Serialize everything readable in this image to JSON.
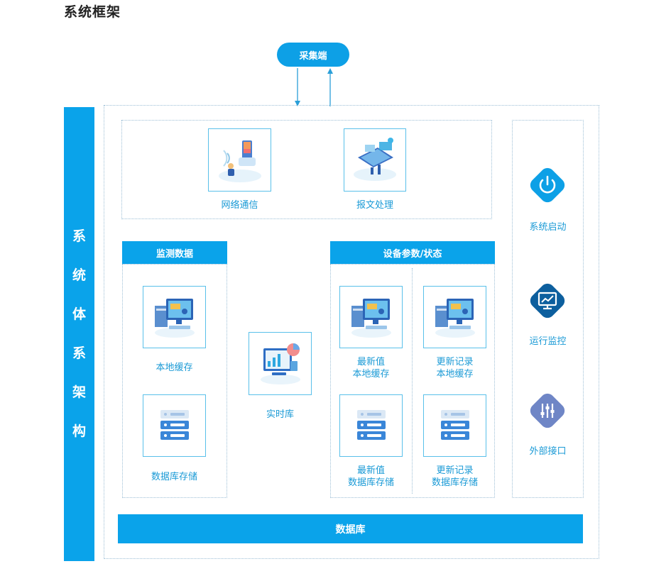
{
  "page_title": "系统框架",
  "collector": "采集端",
  "side_title_chars": [
    "系",
    "统",
    "体",
    "系",
    "架",
    "构"
  ],
  "top_panel": {
    "network_label": "网络通信",
    "message_label": "报文处理"
  },
  "monitor": {
    "header": "监测数据",
    "local_cache": "本地缓存",
    "db_storage": "数据库存储"
  },
  "realtime": {
    "label": "实时库"
  },
  "device": {
    "header": "设备参数/状态",
    "latest_cache_line1": "最新值",
    "latest_cache_line2": "本地缓存",
    "update_cache_line1": "更新记录",
    "update_cache_line2": "本地缓存",
    "latest_db_line1": "最新值",
    "latest_db_line2": "数据库存储",
    "update_db_line1": "更新记录",
    "update_db_line2": "数据库存储"
  },
  "right_panel": {
    "startup": "系统启动",
    "monitoring": "运行监控",
    "external": "外部接口"
  },
  "database_bar": "数据库",
  "colors": {
    "accent": "#0aa3ea",
    "startup_icon": "#0da0e6",
    "monitor_icon": "#0d5f9e",
    "external_icon": "#6f86c6"
  },
  "icons": {
    "startup": "power-icon",
    "monitoring": "monitor-chart-icon",
    "external": "sliders-icon"
  }
}
